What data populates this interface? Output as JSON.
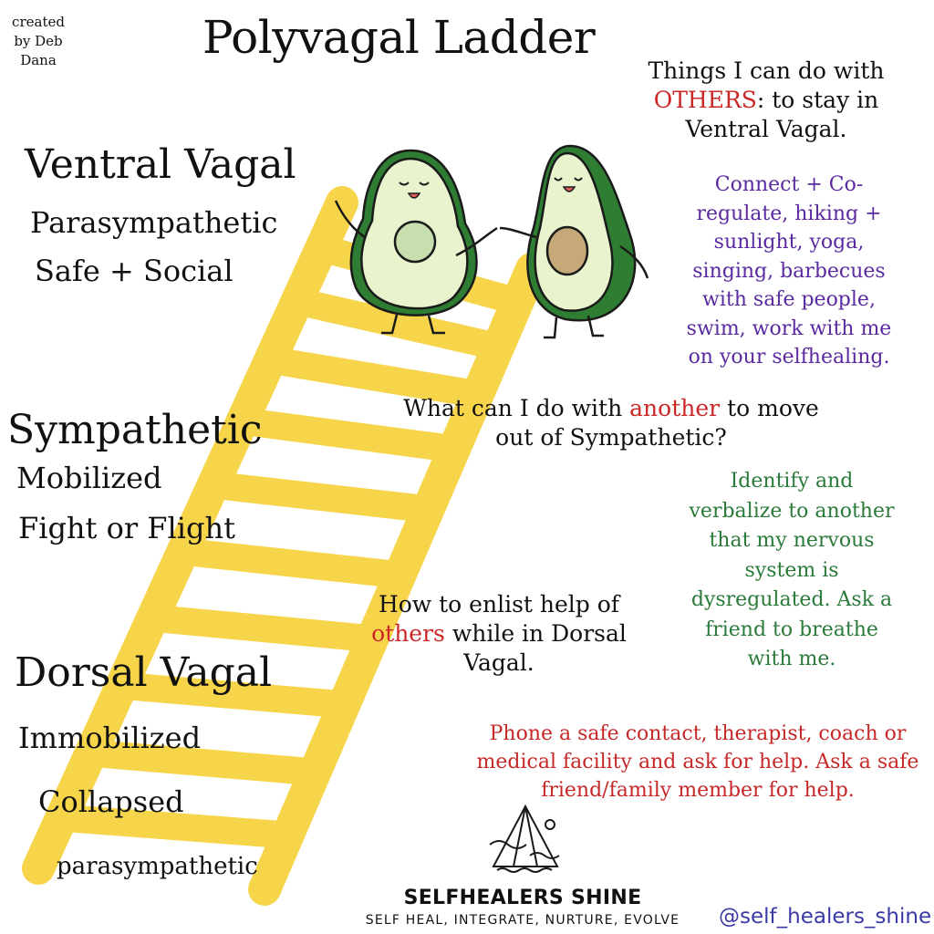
{
  "credit": "created by Deb Dana",
  "title": "Polyvagal Ladder",
  "levels": {
    "ventral": {
      "heading": "Ventral Vagal",
      "line1": "Parasympathetic",
      "line2": "Safe + Social"
    },
    "sympathetic": {
      "heading": "Sympathetic",
      "line1": "Mobilized",
      "line2": "Fight or Flight"
    },
    "dorsal": {
      "heading": "Dorsal Vagal",
      "line1": "Immobilized",
      "line2": "Collapsed",
      "line3": "parasympathetic"
    }
  },
  "ventral_block": {
    "q_pre": "Things  I can do with",
    "q_highlight": "OTHERS",
    "q_post": ":  to stay in Ventral Vagal.",
    "answer": "Connect + Co-regulate, hiking + sunlight, yoga, singing, barbecues with safe people, swim, work with me on your selfhealing."
  },
  "symp_block": {
    "q_pre": "What can I do with",
    "q_highlight": "another",
    "q_post": "to move out of Sympathetic?",
    "answer": "Identify and verbalize to another that my nervous system is dysregulated.  Ask a friend to breathe with me."
  },
  "dorsal_block": {
    "q_pre": "How to enlist help of",
    "q_highlight": "others",
    "q_post": "while in Dorsal Vagal.",
    "answer": "Phone a safe contact, therapist, coach or medical facility and ask for help.  Ask a safe friend/family member for help."
  },
  "brand": {
    "name": "SELFHEALERS SHINE",
    "tagline": "SELF HEAL, INTEGRATE, NURTURE, EVOLVE",
    "handle": "@self_healers_shine"
  },
  "colors": {
    "ladder": "#f7d54a",
    "red": "#cc2727",
    "purple": "#5a2aa0",
    "green": "#2a7a3a",
    "avocado_skin": "#2e7d32",
    "avocado_flesh": "#e9f4cf",
    "handle": "#3a3aa6"
  }
}
